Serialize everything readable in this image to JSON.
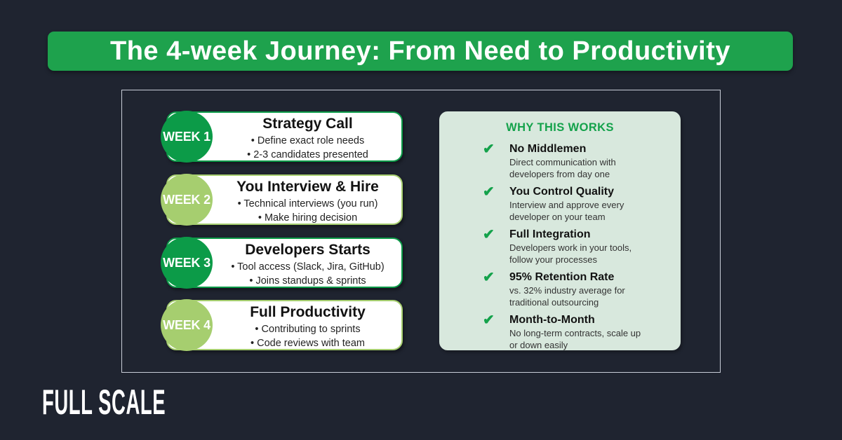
{
  "banner": {
    "title": "The 4-week Journey: From Need to Productivity"
  },
  "weeks": [
    {
      "label": "WEEK 1",
      "title": "Strategy Call",
      "bullets": [
        "Define exact role needs",
        "2-3 candidates presented"
      ],
      "tone": "dark"
    },
    {
      "label": "WEEK 2",
      "title": "You Interview & Hire",
      "bullets": [
        "Technical interviews (you run)",
        "Make hiring decision"
      ],
      "tone": "light"
    },
    {
      "label": "WEEK 3",
      "title": "Developers Starts",
      "bullets": [
        "Tool access (Slack, Jira, GitHub)",
        "Joins standups & sprints"
      ],
      "tone": "dark"
    },
    {
      "label": "WEEK 4",
      "title": "Full Productivity",
      "bullets": [
        "Contributing to sprints",
        "Code reviews with team"
      ],
      "tone": "light"
    }
  ],
  "why": {
    "header": "WHY THIS WORKS",
    "items": [
      {
        "title": "No Middlemen",
        "desc": "Direct communication with developers from day one"
      },
      {
        "title": "You Control Quality",
        "desc": "Interview and approve every developer on your team"
      },
      {
        "title": "Full Integration",
        "desc": "Developers work in your tools, follow your processes"
      },
      {
        "title": "95% Retention Rate",
        "desc": "vs. 32% industry average for traditional outsourcing"
      },
      {
        "title": "Month-to-Month",
        "desc": "No long-term contracts, scale up or down easily"
      }
    ]
  },
  "icons": {
    "check": "✔"
  },
  "logo": {
    "text": "FULL SCALE"
  },
  "colors": {
    "background": "#1F2430",
    "banner_green": "#1EA24D",
    "dark_green": "#0C9B48",
    "light_green": "#A6CE6F",
    "mint_panel": "#D8E8DD",
    "accent_green": "#14A24B",
    "card_bg": "#FFFFFF"
  }
}
